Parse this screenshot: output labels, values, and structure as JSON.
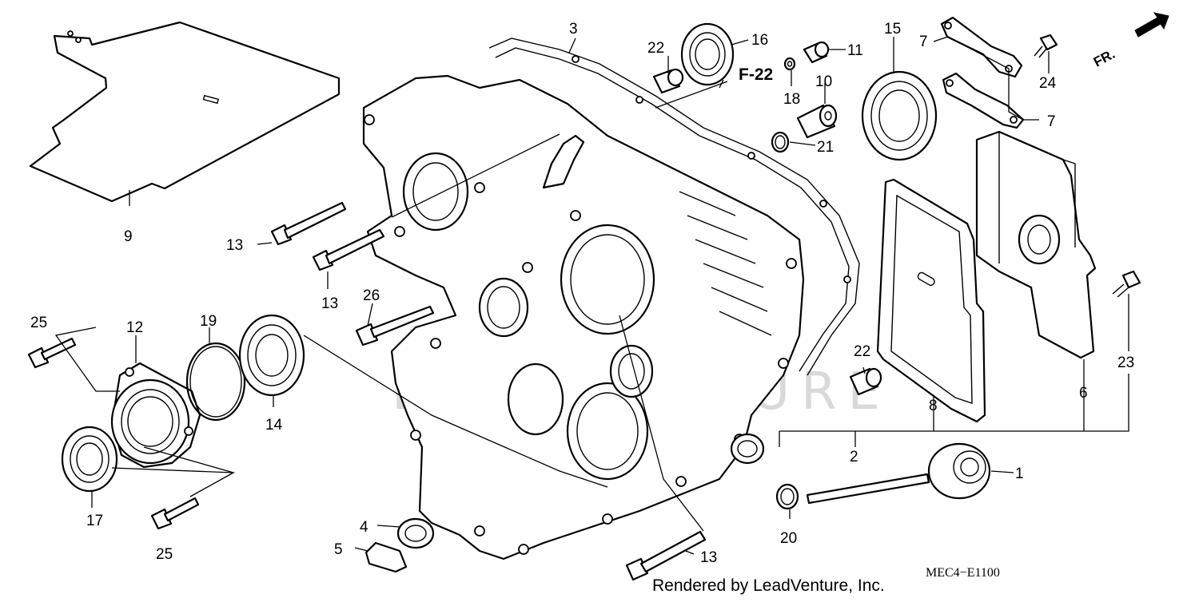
{
  "diagram": {
    "callouts": [
      {
        "id": "c1",
        "text": "1"
      },
      {
        "id": "c2",
        "text": "2"
      },
      {
        "id": "c3",
        "text": "3"
      },
      {
        "id": "c4",
        "text": "4"
      },
      {
        "id": "c5",
        "text": "5"
      },
      {
        "id": "c6",
        "text": "6"
      },
      {
        "id": "c7a",
        "text": "7"
      },
      {
        "id": "c7b",
        "text": "7"
      },
      {
        "id": "c8",
        "text": "8"
      },
      {
        "id": "c9",
        "text": "9"
      },
      {
        "id": "c10",
        "text": "10"
      },
      {
        "id": "c11",
        "text": "11"
      },
      {
        "id": "c12",
        "text": "12"
      },
      {
        "id": "c13a",
        "text": "13"
      },
      {
        "id": "c13b",
        "text": "13"
      },
      {
        "id": "c13c",
        "text": "13"
      },
      {
        "id": "c14",
        "text": "14"
      },
      {
        "id": "c15",
        "text": "15"
      },
      {
        "id": "c16",
        "text": "16"
      },
      {
        "id": "c17",
        "text": "17"
      },
      {
        "id": "c18",
        "text": "18"
      },
      {
        "id": "c19",
        "text": "19"
      },
      {
        "id": "c20",
        "text": "20"
      },
      {
        "id": "c21",
        "text": "21"
      },
      {
        "id": "c22a",
        "text": "22"
      },
      {
        "id": "c22b",
        "text": "22"
      },
      {
        "id": "c23",
        "text": "23"
      },
      {
        "id": "c24",
        "text": "24"
      },
      {
        "id": "c25a",
        "text": "25"
      },
      {
        "id": "c25b",
        "text": "25"
      },
      {
        "id": "c26",
        "text": "26"
      }
    ],
    "reference_label": "F-22",
    "direction_label": "FR.",
    "diagram_code": "MEC4−E1100",
    "credit": "Rendered by LeadVenture, Inc.",
    "watermark": "LEADVENTURE",
    "colors": {
      "ink": "#000000",
      "paper": "#ffffff",
      "watermark": "#d9d9d9"
    }
  }
}
